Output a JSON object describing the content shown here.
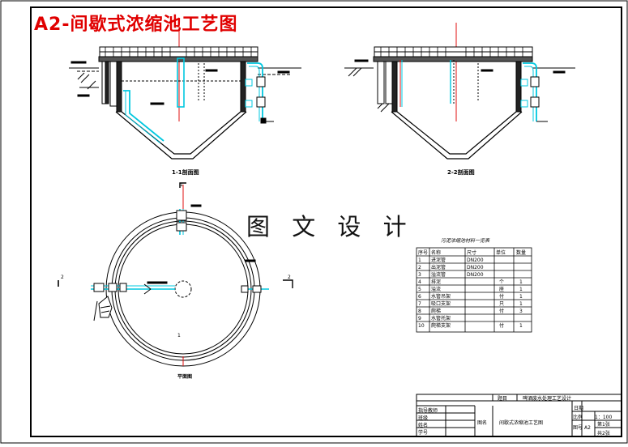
{
  "sheet": {
    "overlay_title": "A2-间歇式浓缩池工艺图",
    "watermark": "图 文 设 计"
  },
  "section_views": [
    {
      "label": "1-1剖面图"
    },
    {
      "label": "2-2剖面图"
    }
  ],
  "plan_view": {
    "label": "平面图",
    "section_marks": [
      "1",
      "1",
      "2",
      "2"
    ]
  },
  "material_table": {
    "title": "污泥浓缩池材料一览表",
    "headers": [
      "序号",
      "名称",
      "尺寸",
      "单位",
      "数量"
    ],
    "rows": [
      [
        "1",
        "进泥管",
        "DN200",
        "",
        ""
      ],
      [
        "2",
        "出泥管",
        "DN200",
        "",
        ""
      ],
      [
        "3",
        "溢流管",
        "DN200",
        "",
        ""
      ],
      [
        "4",
        "排泥",
        "",
        "个",
        "1"
      ],
      [
        "5",
        "溢流",
        "",
        "座",
        "1"
      ],
      [
        "6",
        "水管吊架",
        "",
        "付",
        "1"
      ],
      [
        "7",
        "吸口支架",
        "",
        "只",
        "1"
      ],
      [
        "8",
        "爬梯",
        "",
        "付",
        "3"
      ],
      [
        "9",
        "水管托架",
        "",
        "",
        ""
      ],
      [
        "10",
        "爬梯支架",
        "",
        "付",
        "1"
      ]
    ]
  },
  "title_block": {
    "project_label": "题目",
    "project_name": "啤酒废水处理工艺设计",
    "left_rows": [
      "指导教师",
      "班级",
      "姓名",
      "学号"
    ],
    "drawing_label": "图名",
    "drawing_name": "间歇式浓缩池工艺图",
    "date_label": "日期",
    "scale_label": "比例",
    "scale_value": "1：100",
    "sheet_no_label": "图号",
    "sheet_no_value": "A2",
    "page_label": "第1张",
    "total_label": "共2张"
  },
  "colors": {
    "line": "#000000",
    "pipe": "#00c8e0",
    "centerline": "#e01010",
    "accent_title": "#e00000"
  }
}
